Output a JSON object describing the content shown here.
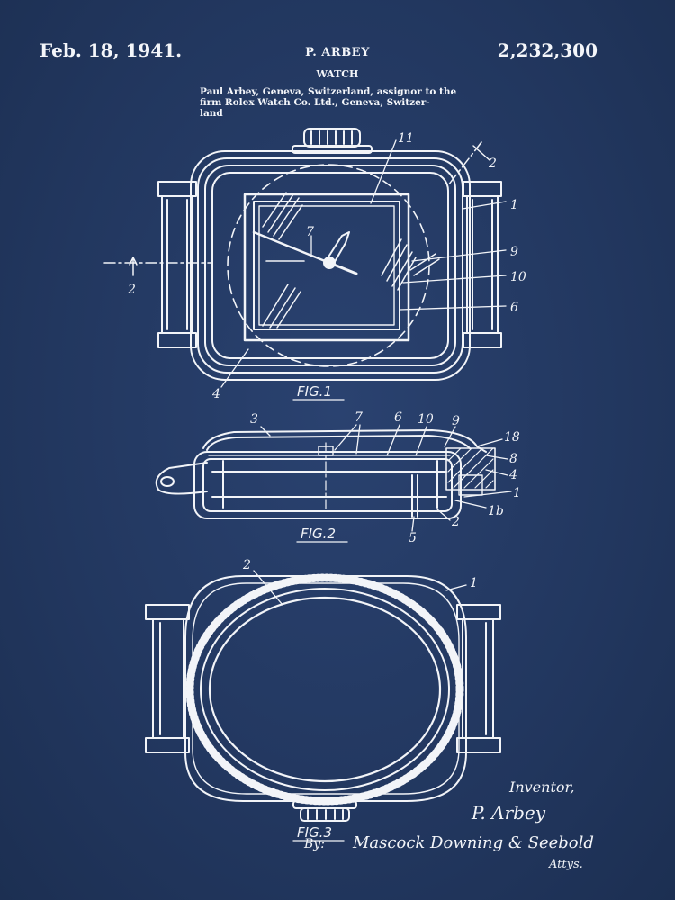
{
  "header": {
    "date": "Feb. 18, 1941.",
    "inventor": "P. ARBEY",
    "patent_number": "2,232,300",
    "title": "WATCH",
    "description_lines": [
      "Paul Arbey, Geneva, Switzerland, assignor to the",
      "firm Rolex Watch Co. Ltd., Geneva, Switzer-",
      "land"
    ]
  },
  "figures": {
    "fig1": {
      "label": "FIG.1",
      "refs": [
        "11",
        "2",
        "1",
        "7",
        "9",
        "10",
        "6",
        "2",
        "4"
      ]
    },
    "fig2": {
      "label": "FIG.2",
      "refs": [
        "3",
        "7",
        "6",
        "10",
        "9",
        "18",
        "8",
        "4",
        "1",
        "1b",
        "2",
        "5"
      ]
    },
    "fig3": {
      "label": "FIG.3",
      "refs": [
        "2",
        "1"
      ]
    }
  },
  "signature": {
    "inventor_caption": "Inventor,",
    "inventor_name": "P. Arbey",
    "by": "By:",
    "attorneys": "Mascock Downing & Seebold",
    "attys_caption": "Attys."
  },
  "colors": {
    "background": "#22375f",
    "line": "#f2f4f8"
  }
}
